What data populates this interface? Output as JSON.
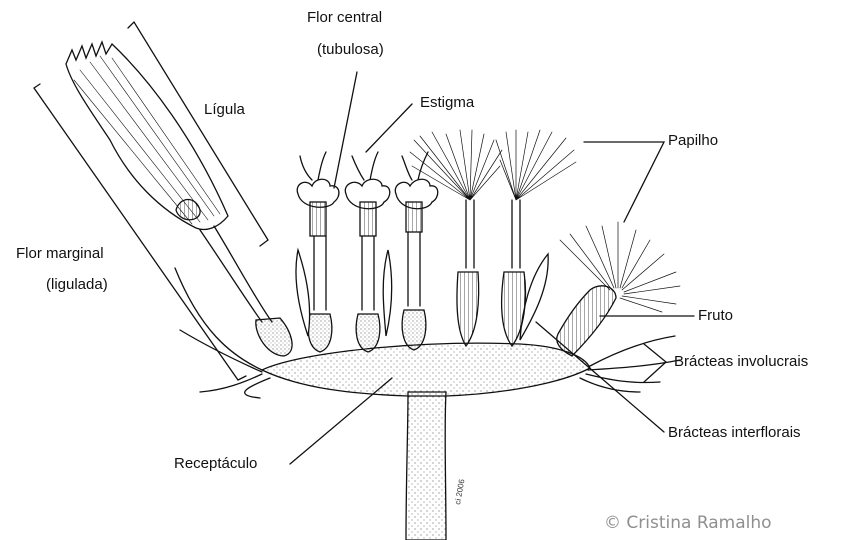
{
  "labels": {
    "flor_central": "Flor central",
    "tubulosa": "(tubulosa)",
    "estigma": "Estigma",
    "ligula": "Lígula",
    "papilho": "Papilho",
    "flor_marginal": "Flor marginal",
    "ligulada": "(ligulada)",
    "fruto": "Fruto",
    "bracteas_involucrais": "Brácteas involucrais",
    "bracteas_interflorais": "Brácteas interflorais",
    "receptaculo": "Receptáculo"
  },
  "credit": "© Cristina Ramalho",
  "colors": {
    "ink": "#111111",
    "credit": "#8f8f8f",
    "background": "#ffffff"
  }
}
